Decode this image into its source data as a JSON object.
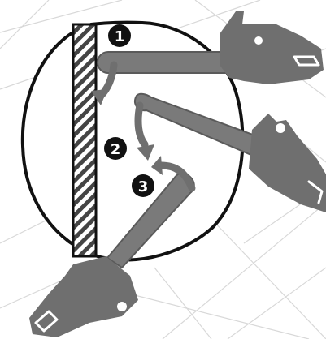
{
  "steps": [
    {
      "label": "1"
    },
    {
      "label": "2"
    },
    {
      "label": "3"
    }
  ],
  "icons": {
    "saw": "chainsaw-icon",
    "arrow": "curved-arrow-icon"
  },
  "colors": {
    "saw": "#6f6f6f",
    "hatch": "#444444",
    "log_outline": "#111111",
    "badge": "#111111"
  }
}
